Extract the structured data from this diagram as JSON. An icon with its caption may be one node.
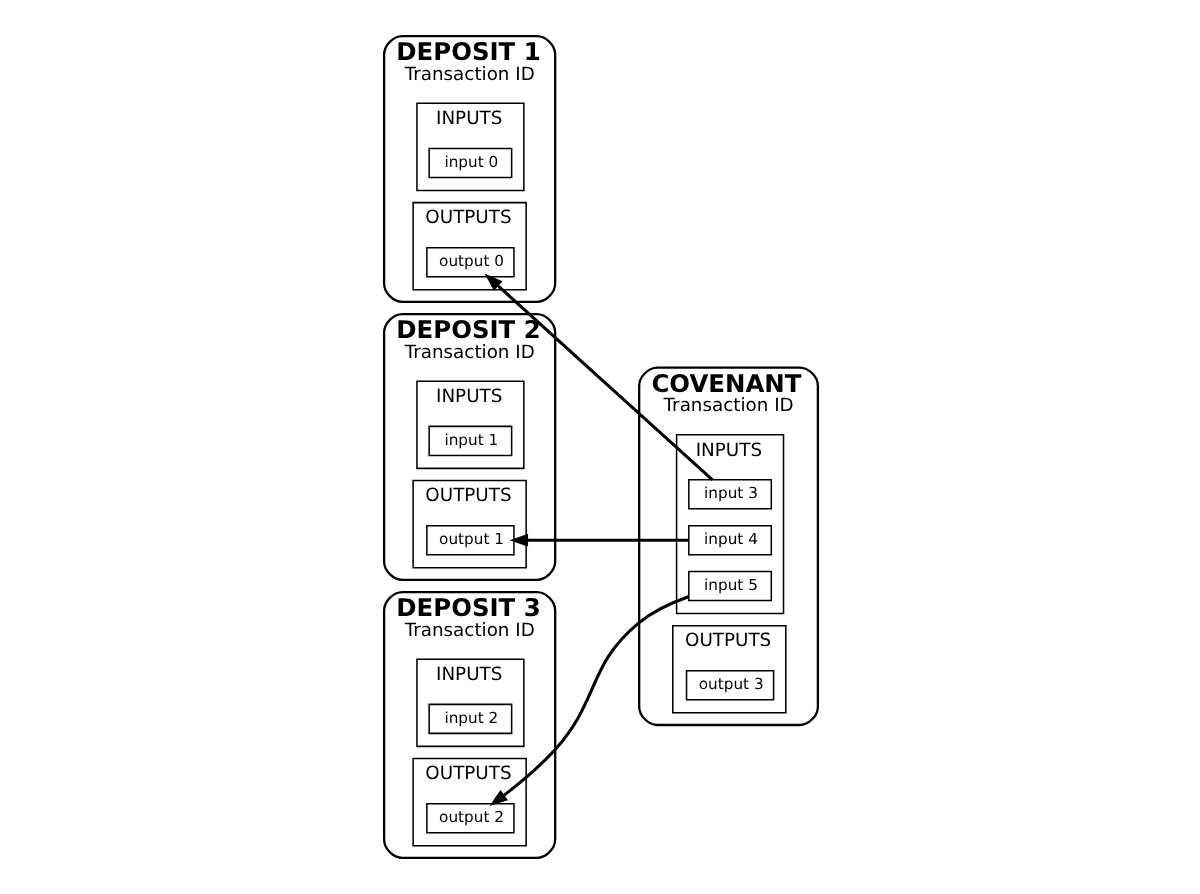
{
  "diagram": {
    "nodes": [
      {
        "text": [
          "DEPOSIT 1",
          "Transaction ID"
        ]
      },
      {
        "text": [
          "INPUTS"
        ],
        "in": 0
      },
      {
        "text": [
          "input 0"
        ],
        "in": 1
      },
      {
        "text": [
          "OUTPUTS"
        ],
        "in": 0
      },
      {
        "text": [
          "output 0"
        ],
        "in": 3
      },
      {
        "text": [
          "DEPOSIT 2",
          "Transaction ID"
        ]
      },
      {
        "text": [
          "INPUTS"
        ],
        "in": 5
      },
      {
        "text": [
          "input 1"
        ],
        "in": 6
      },
      {
        "text": [
          "OUTPUTS"
        ],
        "in": 5
      },
      {
        "text": [
          "output 1"
        ],
        "in": 8
      },
      {
        "text": [
          "DEPOSIT 3",
          "Transaction ID"
        ]
      },
      {
        "text": [
          "INPUTS"
        ],
        "in": 10
      },
      {
        "text": [
          "input 2"
        ],
        "in": 11
      },
      {
        "text": [
          "OUTPUTS"
        ],
        "in": 10
      },
      {
        "text": [
          "output 2"
        ],
        "in": 13
      },
      {
        "text": [
          "COVENANT",
          "Transaction ID"
        ]
      },
      {
        "text": [
          "INPUTS"
        ],
        "in": 15
      },
      {
        "text": [
          "input 3"
        ],
        "in": 16
      },
      {
        "text": [
          "input 4"
        ],
        "in": 16
      },
      {
        "text": [
          "input 5"
        ],
        "in": 16
      },
      {
        "text": [
          "OUTPUTS"
        ],
        "in": 15
      },
      {
        "text": [
          "output 3"
        ],
        "in": 20
      }
    ],
    "edges": [
      {
        "from": 17,
        "to": 4,
        "arrow": "to"
      },
      {
        "from": 18,
        "to": 9,
        "arrow": "to"
      },
      {
        "from": 19,
        "to": 14,
        "arrow": "to"
      }
    ]
  }
}
